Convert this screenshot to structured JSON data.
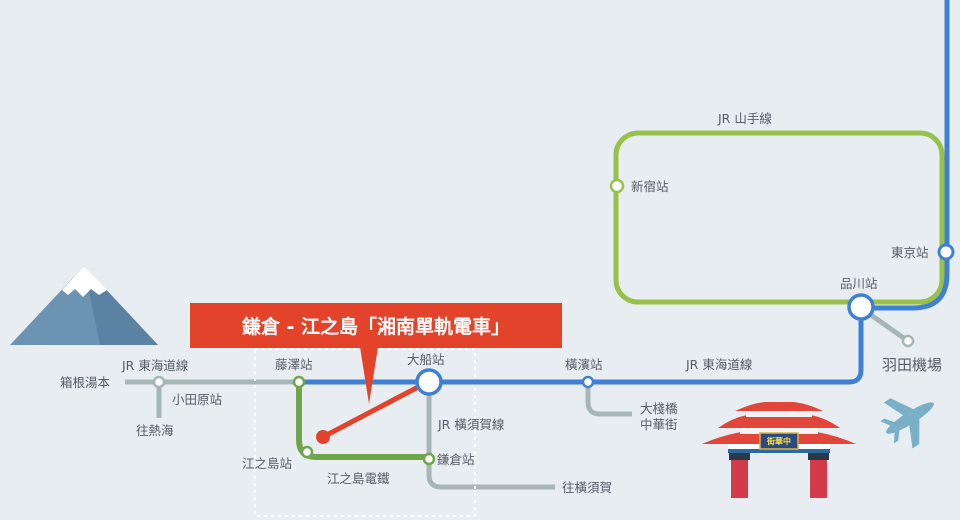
{
  "colors": {
    "background": "#e8edf2",
    "jr_tokaido": "#3f7fd4",
    "jr_yamanote": "#97c14a",
    "enoden": "#6fa64b",
    "gray_line": "#a7b5b7",
    "callout": "#e2432a",
    "mountain": "#6d93b3"
  },
  "callout": {
    "text": "鎌倉 - 江之島「湘南單軌電車」"
  },
  "lines": {
    "tokaido_west": "JR 東海道線",
    "tokaido_east": "JR 東海道線",
    "yamanote": "JR 山手線",
    "yokosuka": "JR 橫須賀線",
    "enoden": "江之島電鐵"
  },
  "stations": {
    "hakone_yumoto": "箱根湯本",
    "odawara": "小田原站",
    "to_atami": "往熱海",
    "fujisawa": "藤澤站",
    "ofuna": "大船站",
    "enoshima": "江之島站",
    "kamakura": "鎌倉站",
    "to_yokosuka": "往橫須賀",
    "yokohama": "橫濱站",
    "chinatown_line1": "大棧橋",
    "chinatown_line2": "中華街",
    "shinagawa": "品川站",
    "tokyo": "東京站",
    "shinjuku": "新宿站",
    "haneda": "羽田機場"
  },
  "icons": {
    "mountain": "mount-fuji-icon",
    "airplane": "airplane-icon",
    "gate": "chinatown-gate-icon",
    "gate_sign": "街華中"
  }
}
